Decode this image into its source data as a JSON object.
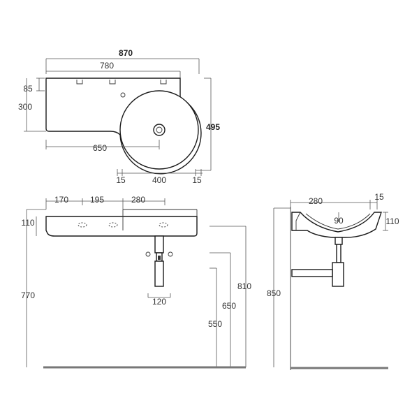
{
  "diagram": {
    "top_view": {
      "overall_width": "870",
      "tap_hole_span": "780",
      "depth_offset": "85",
      "shelf_depth": "300",
      "overall_depth": "495",
      "bowl_center": "650",
      "bowl_margin_left": "15",
      "bowl_diameter": "400",
      "bowl_margin_right": "15"
    },
    "front_view": {
      "seg_1": "170",
      "seg_2": "195",
      "seg_3": "280",
      "height": "110",
      "waste_width": "120",
      "h_770": "770",
      "h_810": "810",
      "h_650": "650",
      "h_550": "550"
    },
    "side_view": {
      "width": "280",
      "lip": "15",
      "waste_offset": "90",
      "height": "110",
      "h_850": "850"
    }
  }
}
